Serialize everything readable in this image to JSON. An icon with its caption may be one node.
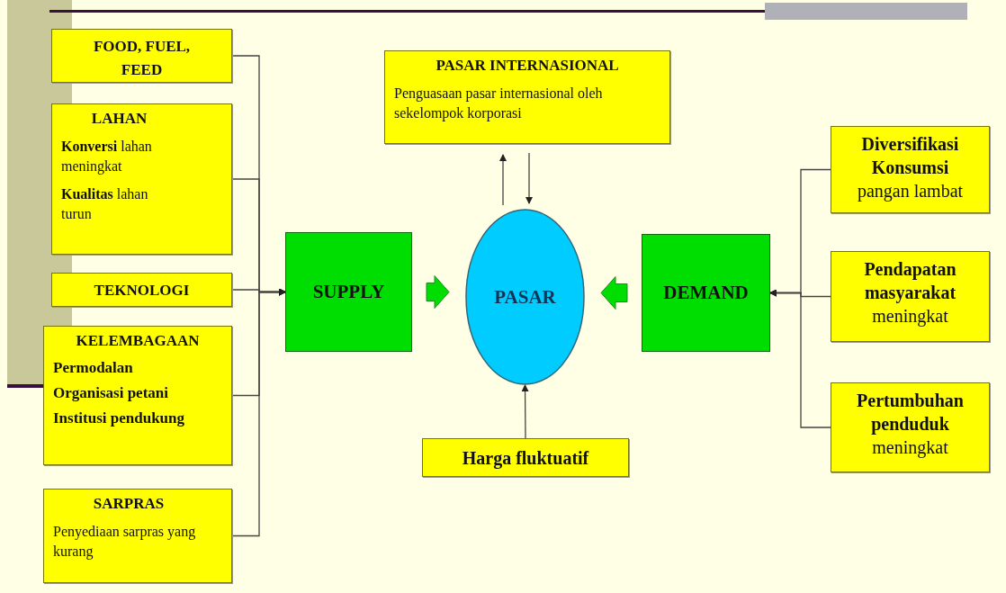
{
  "diagram": {
    "nodes": [
      {
        "text": [
          "FOOD, FUEL, FEED"
        ]
      },
      {
        "text": [
          "LAHAN",
          "**Konversi** lahan meningkat",
          "**Kualitas** lahan turun"
        ]
      },
      {
        "text": [
          "TEKNOLOGI"
        ]
      },
      {
        "text": [
          "KELEMBAGAAN",
          "Permodalan",
          "Organisasi petani",
          "Institusi pendukung"
        ]
      },
      {
        "text": [
          "SARPRAS",
          "Penyediaan sarpras yang kurang"
        ]
      },
      {
        "text": [
          "SUPPLY"
        ]
      },
      {
        "text": [
          "PASAR"
        ]
      },
      {
        "text": [
          "DEMAND"
        ]
      },
      {
        "text": [
          "PASAR INTERNASIONAL",
          "Penguasaan pasar internasional oleh sekelompok korporasi"
        ]
      },
      {
        "text": [
          "Harga fluktuatif"
        ]
      },
      {
        "text": [
          "**Diversifikasi Konsumsi** pangan lambat"
        ]
      },
      {
        "text": [
          "**Pendapatan masyarakat** meningkat"
        ]
      },
      {
        "text": [
          "**Pertumbuhan penduduk** meningkat"
        ]
      }
    ],
    "edges": [
      {
        "from": 0,
        "to": 5,
        "arrow": "to"
      },
      {
        "from": 1,
        "to": 5,
        "arrow": "to"
      },
      {
        "from": 2,
        "to": 5,
        "arrow": "to"
      },
      {
        "from": 3,
        "to": 5,
        "arrow": "to"
      },
      {
        "from": 4,
        "to": 5,
        "arrow": "to"
      },
      {
        "from": 5,
        "to": 6,
        "arrow": "to",
        "style": "thick",
        "color": "#00dd00"
      },
      {
        "from": 7,
        "to": 6,
        "arrow": "to",
        "style": "thick",
        "color": "#00dd00"
      },
      {
        "from": 6,
        "to": 8,
        "arrow": "to"
      },
      {
        "from": 8,
        "to": 6,
        "arrow": "to"
      },
      {
        "from": 9,
        "to": 6,
        "arrow": "to"
      },
      {
        "from": 10,
        "to": 7,
        "arrow": "to"
      },
      {
        "from": 11,
        "to": 7,
        "arrow": "to"
      },
      {
        "from": 12,
        "to": 7,
        "arrow": "to"
      }
    ]
  }
}
